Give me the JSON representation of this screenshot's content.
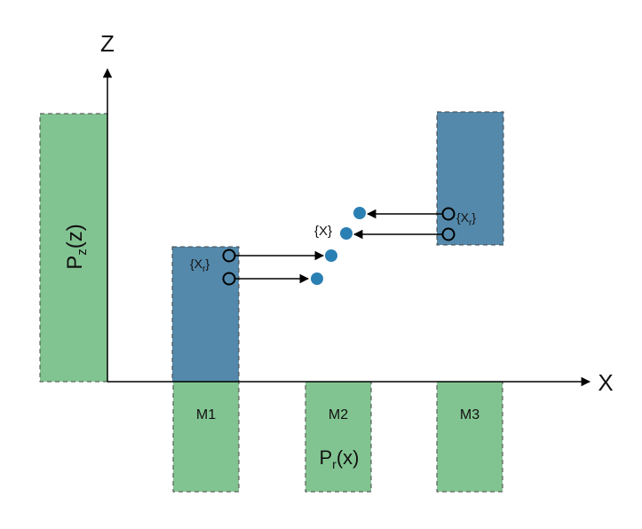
{
  "axes": {
    "x_label": "X",
    "z_label": "Z"
  },
  "distributions": {
    "pz": {
      "main": "P",
      "sub": "z",
      "arg": "(z)"
    },
    "pr": {
      "main": "P",
      "sub": "r",
      "arg": "(x)"
    }
  },
  "mode_labels": [
    "M1",
    "M2",
    "M3"
  ],
  "set_labels": {
    "x": "{X}",
    "xr_left": {
      "open": "{X",
      "sub": "r",
      "close": "}"
    },
    "xr_right": {
      "open": "{X",
      "sub": "r",
      "close": "}"
    }
  },
  "colors": {
    "green": "#82c491",
    "blue": "#5489ab",
    "dot": "#2a7fb3",
    "axis": "#000000"
  }
}
